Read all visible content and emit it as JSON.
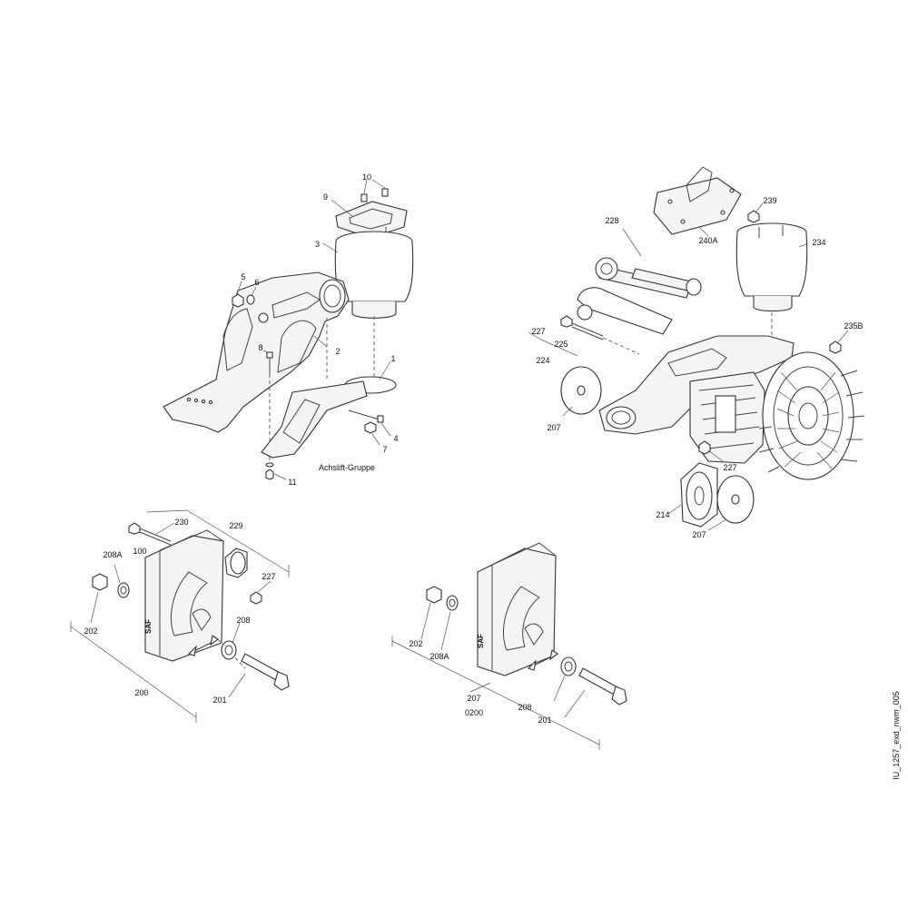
{
  "drawing_ref": "IU_1257_exd_nwm_005",
  "groups": {
    "air_spring_group": {
      "parts": [
        {
          "id": "p10",
          "text": "10"
        },
        {
          "id": "p9",
          "text": "9"
        },
        {
          "id": "p3",
          "text": "3"
        },
        {
          "id": "p5",
          "text": "5"
        },
        {
          "id": "p6",
          "text": "6"
        },
        {
          "id": "p8",
          "text": "8"
        },
        {
          "id": "p2",
          "text": "2"
        },
        {
          "id": "p1",
          "text": "1"
        },
        {
          "id": "p4",
          "text": "4"
        },
        {
          "id": "p7",
          "text": "7"
        },
        {
          "id": "p11",
          "text": "11"
        }
      ],
      "title": "Achslift-Gruppe"
    },
    "axle_hub_group": {
      "parts": [
        {
          "id": "p239",
          "text": "239"
        },
        {
          "id": "p228",
          "text": "228"
        },
        {
          "id": "p240A",
          "text": "240A"
        },
        {
          "id": "p234",
          "text": "234"
        },
        {
          "id": "p227a",
          "text": "227"
        },
        {
          "id": "p225",
          "text": "225"
        },
        {
          "id": "p224",
          "text": "224"
        },
        {
          "id": "p235B",
          "text": "235B"
        },
        {
          "id": "p207a",
          "text": "207"
        },
        {
          "id": "p227b",
          "text": "227"
        },
        {
          "id": "p214",
          "text": "214"
        },
        {
          "id": "p207b",
          "text": "207"
        }
      ]
    },
    "bracket_group_left": {
      "parts": [
        {
          "id": "p230",
          "text": "230"
        },
        {
          "id": "p229",
          "text": "229"
        },
        {
          "id": "p208A",
          "text": "208A"
        },
        {
          "id": "p100",
          "text": "100"
        },
        {
          "id": "p227",
          "text": "227"
        },
        {
          "id": "p202",
          "text": "202"
        },
        {
          "id": "p208",
          "text": "208"
        },
        {
          "id": "p200",
          "text": "200"
        },
        {
          "id": "p201",
          "text": "201"
        }
      ]
    },
    "bracket_group_right": {
      "parts": [
        {
          "id": "p202",
          "text": "202"
        },
        {
          "id": "p208A",
          "text": "208A"
        },
        {
          "id": "p207",
          "text": "207"
        },
        {
          "id": "p208",
          "text": "208"
        },
        {
          "id": "p0200",
          "text": "0200"
        },
        {
          "id": "p201",
          "text": "201"
        }
      ]
    }
  }
}
